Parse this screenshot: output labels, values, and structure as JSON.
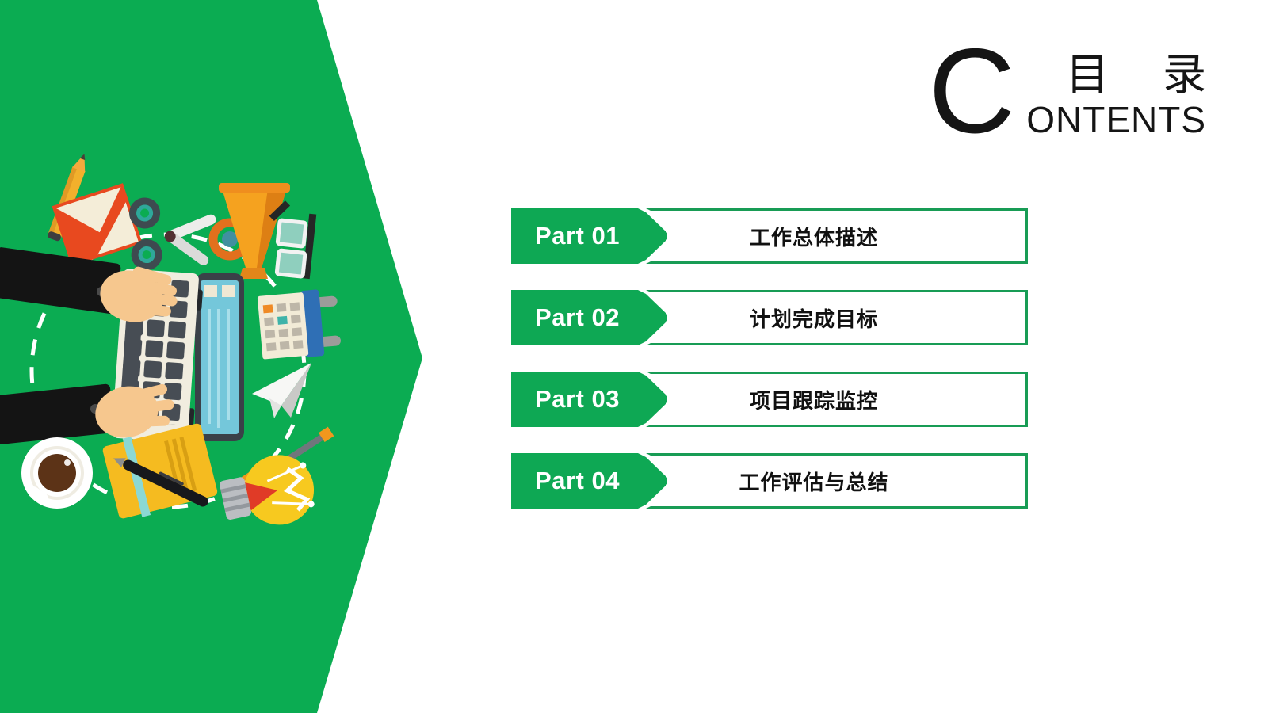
{
  "header": {
    "initial": "C",
    "title_cn": "目 录",
    "title_en": "ONTENTS"
  },
  "toc": {
    "items": [
      {
        "part": "Part 01",
        "title": "工作总体描述"
      },
      {
        "part": "Part 02",
        "title": "计划完成目标"
      },
      {
        "part": "Part 03",
        "title": "项目跟踪监控"
      },
      {
        "part": "Part 04",
        "title": "工作评估与总结"
      }
    ]
  },
  "colors": {
    "panel_green": "#0BAC52",
    "label_green": "#0EA854",
    "border_green": "#189C55",
    "text_dark": "#111111",
    "accent_orange": "#F5A21F",
    "accent_yellow": "#F5BB20",
    "accent_teal": "#74C7DA",
    "accent_red": "#E8491F"
  },
  "illustration": {
    "description": "flat-design desk scene inside green arrow panel",
    "icons": [
      "green-arrow-background",
      "dashed-circle",
      "pencil",
      "envelope",
      "scissors",
      "megaphone",
      "eyeglasses",
      "calculator",
      "smartphone",
      "laptop",
      "typing-hands",
      "paper-plane",
      "screwdriver",
      "lightbulb",
      "notebook",
      "pen",
      "coffee-cup"
    ]
  }
}
